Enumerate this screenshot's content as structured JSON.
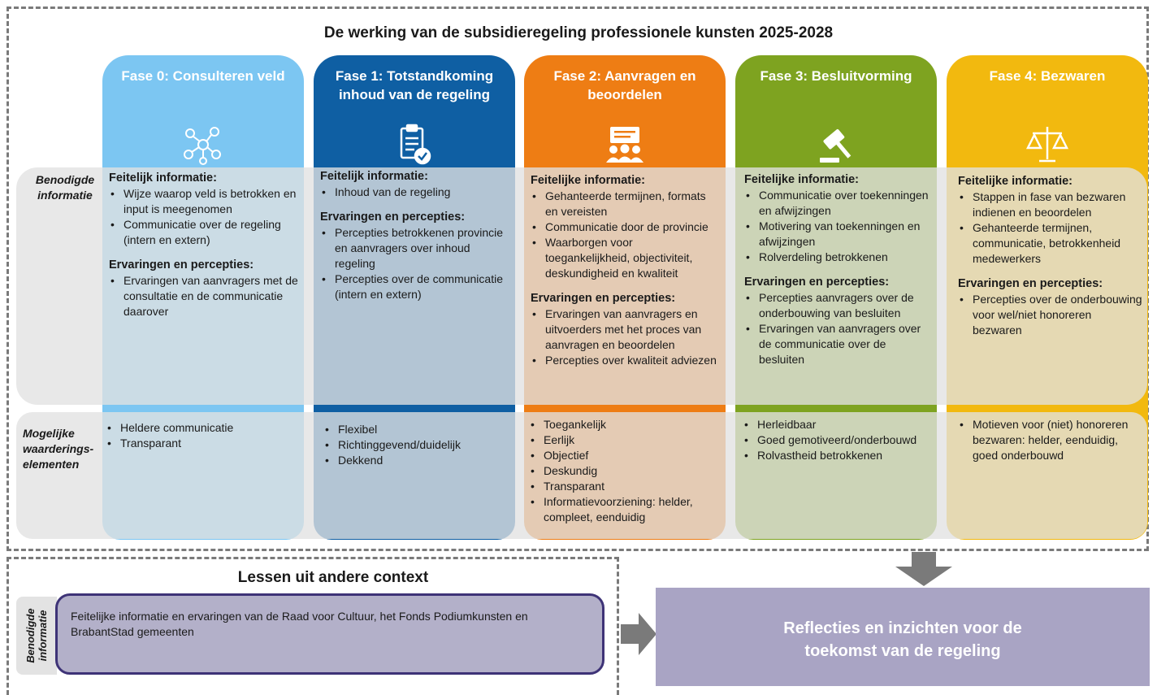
{
  "title": "De werking van de subsidieregeling professionele kunsten 2025-2028",
  "row_labels": {
    "benodigde": "Benodigde informatie",
    "mogelijke": "Mogelijke waarderings-elementen"
  },
  "colors": {
    "fase0": "#7cc6f2",
    "fase1": "#0f5fa3",
    "fase2": "#ee7d14",
    "fase3": "#7ea320",
    "fase4": "#f2b90f",
    "lessons_border": "#3e3377",
    "reflect_bg": "#a9a4c4",
    "arrow": "#7a7a7a"
  },
  "phases": [
    {
      "title": "Fase 0: Consulteren veld",
      "icon": "network-people-icon",
      "info": [
        {
          "heading": "Feitelijk informatie:",
          "items": [
            "Wijze waarop veld is betrokken en input is meegenomen",
            "Communicatie over de regeling (intern en extern)"
          ]
        },
        {
          "heading": "Ervaringen en percepties:",
          "items": [
            "Ervaringen van aanvragers met de consultatie en de communicatie daarover"
          ]
        }
      ],
      "values": [
        "Heldere communicatie",
        "Transparant"
      ]
    },
    {
      "title": "Fase 1: Totstandkoming inhoud van de regeling",
      "icon": "clipboard-check-icon",
      "info": [
        {
          "heading": "Feitelijk informatie:",
          "items": [
            "Inhoud van de regeling"
          ]
        },
        {
          "heading": "Ervaringen en percepties:",
          "items": [
            "Percepties betrokkenen provincie en aanvragers over inhoud regeling",
            "Percepties over de communicatie (intern en extern)"
          ]
        }
      ],
      "values": [
        "Flexibel",
        "Richtinggevend/duidelijk",
        "Dekkend"
      ]
    },
    {
      "title": "Fase 2: Aanvragen en beoordelen",
      "icon": "presentation-audience-icon",
      "info": [
        {
          "heading": "Feitelijke informatie:",
          "items": [
            "Gehanteerde termijnen, formats en vereisten",
            "Communicatie door de provincie",
            "Waarborgen voor toegankelijkheid, objectiviteit, deskundigheid en kwaliteit"
          ]
        },
        {
          "heading": "Ervaringen en percepties:",
          "items": [
            "Ervaringen van aanvragers en uitvoerders met het proces van aanvragen en beoordelen",
            "Percepties over kwaliteit adviezen"
          ]
        }
      ],
      "values": [
        "Toegankelijk",
        "Eerlijk",
        "Objectief",
        "Deskundig",
        "Transparant",
        "Informatievoorziening: helder, compleet, eenduidig"
      ]
    },
    {
      "title": "Fase 3: Besluitvorming",
      "icon": "gavel-icon",
      "info": [
        {
          "heading": "Feitelijke informatie:",
          "items": [
            "Communicatie over toekenningen en afwijzingen",
            "Motivering van toekenningen en afwijzingen",
            "Rolverdeling betrokkenen"
          ]
        },
        {
          "heading": "Ervaringen en percepties:",
          "items": [
            "Percepties aanvragers over de onderbouwing van besluiten",
            "Ervaringen van aanvragers over de communicatie over de besluiten"
          ]
        }
      ],
      "values": [
        "Herleidbaar",
        "Goed gemotiveerd/onderbouwd",
        "Rolvastheid betrokkenen"
      ]
    },
    {
      "title": "Fase 4: Bezwaren",
      "icon": "scales-icon",
      "info": [
        {
          "heading": "Feitelijke informatie:",
          "items": [
            "Stappen in fase van bezwaren indienen en beoordelen",
            "Gehanteerde termijnen, communicatie, betrokkenheid medewerkers"
          ]
        },
        {
          "heading": "Ervaringen en percepties:",
          "items": [
            "Percepties over de onderbouwing voor wel/niet honoreren bezwaren"
          ]
        }
      ],
      "values": [
        "Motieven voor (niet) honoreren bezwaren: helder, eenduidig, goed onderbouwd"
      ]
    }
  ],
  "lessons": {
    "title": "Lessen uit andere context",
    "side_label": "Benodigde informatie",
    "text": "Feitelijke informatie en ervaringen van de Raad voor Cultuur, het Fonds Podiumkunsten en BrabantStad gemeenten"
  },
  "reflect": {
    "text": "Reflecties en inzichten voor de toekomst van de regeling"
  }
}
